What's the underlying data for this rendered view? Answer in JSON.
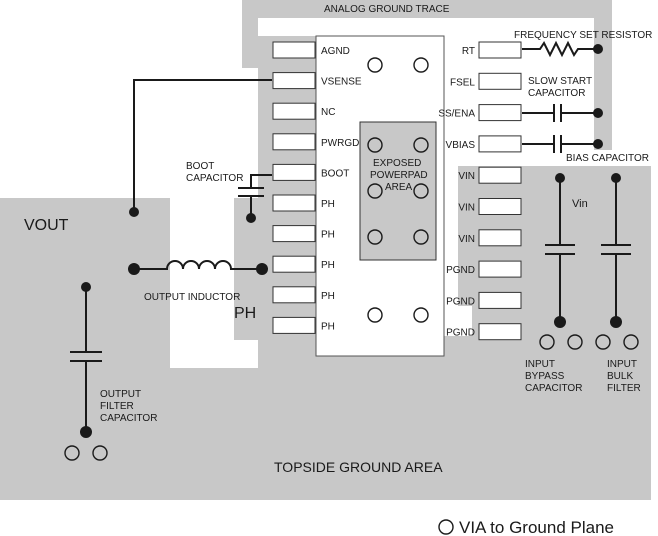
{
  "colors": {
    "copper": "#c8c8c8",
    "chip": "#ffffff",
    "ink": "#1a1a1a"
  },
  "left_pins": [
    "AGND",
    "VSENSE",
    "NC",
    "PWRGD",
    "BOOT",
    "PH",
    "PH",
    "PH",
    "PH",
    "PH"
  ],
  "right_pins": [
    "RT",
    "FSEL",
    "SS/ENA",
    "VBIAS",
    "VIN",
    "VIN",
    "VIN",
    "PGND",
    "PGND",
    "PGND"
  ],
  "labels": {
    "analog_ground_trace": "ANALOG GROUND TRACE",
    "frequency_set_resistor": "FREQUENCY SET RESISTOR",
    "slow_start_capacitor": [
      "SLOW START",
      "CAPACITOR"
    ],
    "bias_capacitor": "BIAS CAPACITOR",
    "boot_capacitor": [
      "BOOT",
      "CAPACITOR"
    ],
    "exposed_powerpad_area": [
      "EXPOSED",
      "POWERPAD",
      "AREA"
    ],
    "vout": "VOUT",
    "vin": "Vin",
    "ph": "PH",
    "output_inductor": "OUTPUT INDUCTOR",
    "output_filter_capacitor": [
      "OUTPUT",
      "FILTER",
      "CAPACITOR"
    ],
    "input_bypass_capacitor": [
      "INPUT",
      "BYPASS",
      "CAPACITOR"
    ],
    "input_bulk_filter": [
      "INPUT",
      "BULK",
      "FILTER"
    ],
    "topside_ground_area": "TOPSIDE GROUND AREA"
  },
  "legend": {
    "icon": "via-circle-icon",
    "text": "VIA to Ground Plane"
  }
}
